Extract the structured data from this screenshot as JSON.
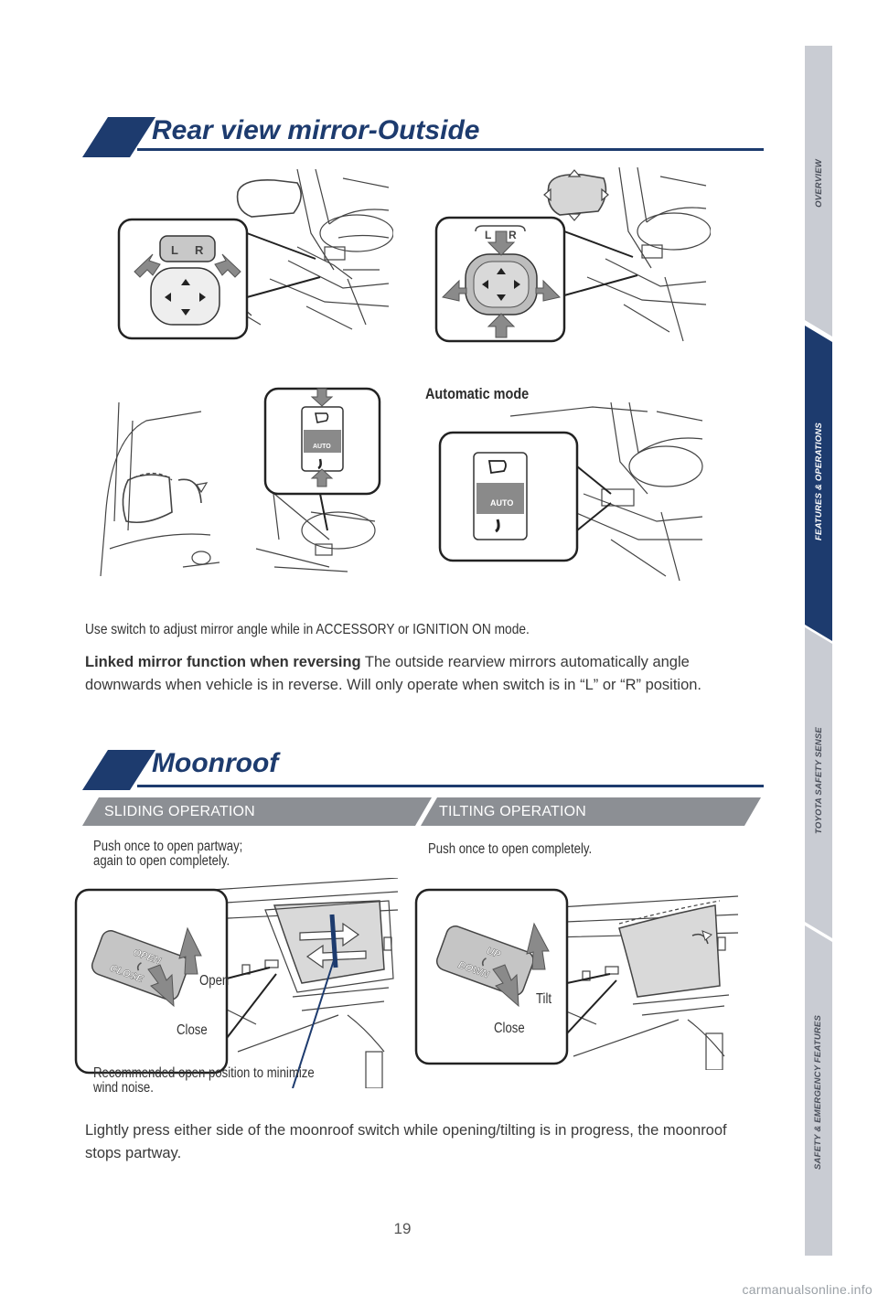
{
  "side_tabs": [
    {
      "label": "OVERVIEW",
      "active": false
    },
    {
      "label": "FEATURES & OPERATIONS",
      "active": true
    },
    {
      "label": "TOYOTA SAFETY SENSE",
      "active": false
    },
    {
      "label": "SAFETY & EMERGENCY FEATURES",
      "active": false
    }
  ],
  "colors": {
    "navy": "#1d3b6e",
    "tab_gray": "#c9ccd3",
    "subbar_gray": "#8c8f94"
  },
  "mirror": {
    "title": "Rear view mirror-Outside",
    "lr_label_left": "L",
    "lr_label_right": "R",
    "auto_label": "AUTO",
    "automatic_mode_label": "Automatic mode",
    "body_line1": "Use switch to adjust mirror angle while in ACCESSORY or IGNITION ON mode.",
    "linked_bold": "Linked mirror function when reversing",
    "linked_text": " The outside rearview mirrors automatically angle downwards when vehicle is in reverse. Will only operate when switch is in “L” or “R” position."
  },
  "moonroof": {
    "title": "Moonroof",
    "sliding_header": "SLIDING OPERATION",
    "tilting_header": "TILTING OPERATION",
    "sliding_note": "Push once to open partway;\nagain to open completely.",
    "tilting_note": "Push once to open completely.",
    "open_label": "Open",
    "close_label": "Close",
    "tilt_label": "Tilt",
    "close_label_2": "Close",
    "switch_open": "OPEN",
    "switch_close": "CLOSE",
    "switch_up": "UP",
    "switch_down": "DOWN",
    "recommended_note": "Recommended open position to minimize\nwind noise.",
    "footer_text": "Lightly press either side of the moonroof switch while opening/tilting is in progress, the moonroof stops partway."
  },
  "page_number": "19",
  "watermark": "carmanualsonline.info"
}
